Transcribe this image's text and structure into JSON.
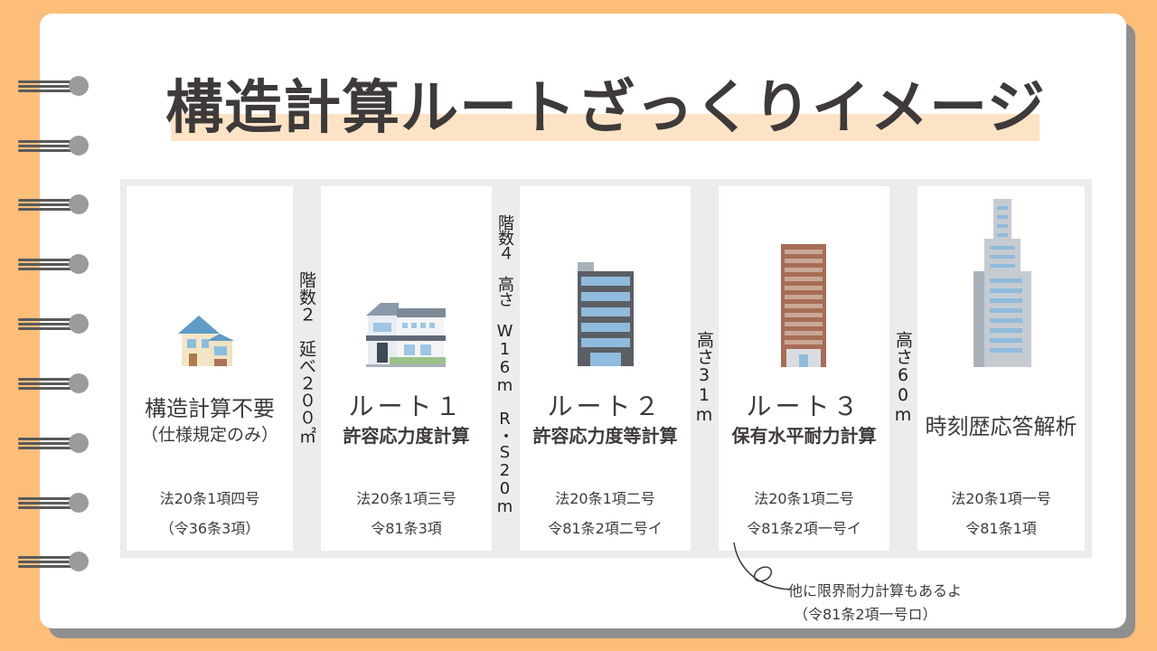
{
  "title": "構造計算ルートざっくりイメージ",
  "columns": [
    {
      "name": "構造計算不要",
      "sub": "（仕様規定のみ）",
      "law1": "法20条1項四号",
      "law2": "（令36条3項）",
      "icon": "house-icon"
    },
    {
      "name": "ルート１",
      "sub": "許容応力度計算",
      "law1": "法20条1項三号",
      "law2": "令81条3項",
      "icon": "two-story-house-icon"
    },
    {
      "name": "ルート２",
      "sub": "許容応力度等計算",
      "law1": "法20条1項二号",
      "law2": "令81条2項二号イ",
      "icon": "mid-rise-building-icon"
    },
    {
      "name": "ルート３",
      "sub": "保有水平耐力計算",
      "law1": "法20条1項二号",
      "law2": "令81条2項一号イ",
      "icon": "high-rise-building-icon"
    },
    {
      "name": "時刻歴応答解析",
      "sub": "",
      "law1": "法20条1項一号",
      "law2": "令81条1項",
      "icon": "skyscraper-icon"
    }
  ],
  "thresholds": {
    "t1": "階数２　延べ２００㎡",
    "t2": "階数４　高さ　W16m　R・S20m",
    "t3": "高さ31m",
    "t4": "高さ60m"
  },
  "note": {
    "line1": "他に限界耐力計算もあるよ",
    "line2": "（令81条2項一号ロ）"
  },
  "colors": {
    "background": "#fdbe7a",
    "card": "#ffffff",
    "title_highlight": "#fde3c6",
    "panel": "#ececec"
  }
}
